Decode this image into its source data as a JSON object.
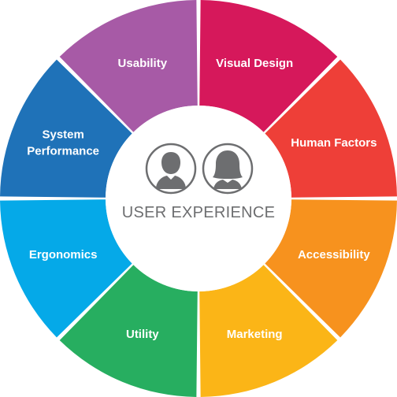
{
  "center": {
    "title": "USER EXPERIENCE",
    "icons": [
      "male-user-icon",
      "female-user-icon"
    ],
    "icon_color": "#6d6e70"
  },
  "segments": [
    {
      "name": "segment-visual-design",
      "lines": [
        "Visual Design"
      ],
      "color": "#d6185b"
    },
    {
      "name": "segment-human-factors",
      "lines": [
        "Human Factors"
      ],
      "color": "#ee3f38"
    },
    {
      "name": "segment-accessibility",
      "lines": [
        "Accessibility"
      ],
      "color": "#f7921e"
    },
    {
      "name": "segment-marketing",
      "lines": [
        "Marketing"
      ],
      "color": "#fbb517"
    },
    {
      "name": "segment-utility",
      "lines": [
        "Utility"
      ],
      "color": "#27ae60"
    },
    {
      "name": "segment-ergonomics",
      "lines": [
        "Ergonomics"
      ],
      "color": "#05a9e8"
    },
    {
      "name": "segment-system-performance",
      "lines": [
        "System",
        "Performance"
      ],
      "color": "#1f72b8"
    },
    {
      "name": "segment-usability",
      "lines": [
        "Usability"
      ],
      "color": "#a75aa6"
    }
  ]
}
